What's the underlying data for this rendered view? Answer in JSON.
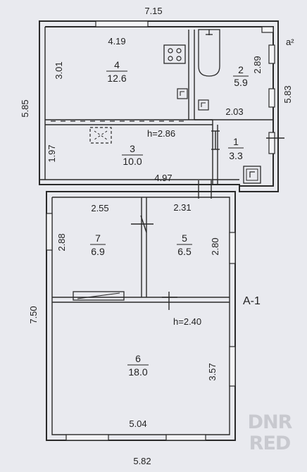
{
  "plan": {
    "label_a2": "a²",
    "label_a1": "А-1",
    "dimensions": {
      "top_total": "7.15",
      "left_upper": "5.85",
      "right_upper": "5.83",
      "left_lower": "7.50",
      "bottom_total": "5.82",
      "r4_width": "4.19",
      "r4_height": "3.01",
      "r2_height": "2.89",
      "r1_width": "2.03",
      "r3_height": "1.97",
      "r3_width": "4.97",
      "r7_width": "2.55",
      "r5_width": "2.31",
      "r7_height": "2.88",
      "r5_height": "2.80",
      "r6_height": "3.57",
      "r6_width": "5.04"
    },
    "ceiling": {
      "upper": "h=2.86",
      "lower": "h=2.40"
    },
    "rooms": [
      {
        "number": "4",
        "area": "12.6"
      },
      {
        "number": "2",
        "area": "5.9"
      },
      {
        "number": "3",
        "area": "10.0"
      },
      {
        "number": "1",
        "area": "3.3"
      },
      {
        "number": "7",
        "area": "6.9"
      },
      {
        "number": "5",
        "area": "6.5"
      },
      {
        "number": "6",
        "area": "18.0"
      }
    ]
  },
  "watermark": {
    "line1": "DNR",
    "line2": "RED"
  }
}
